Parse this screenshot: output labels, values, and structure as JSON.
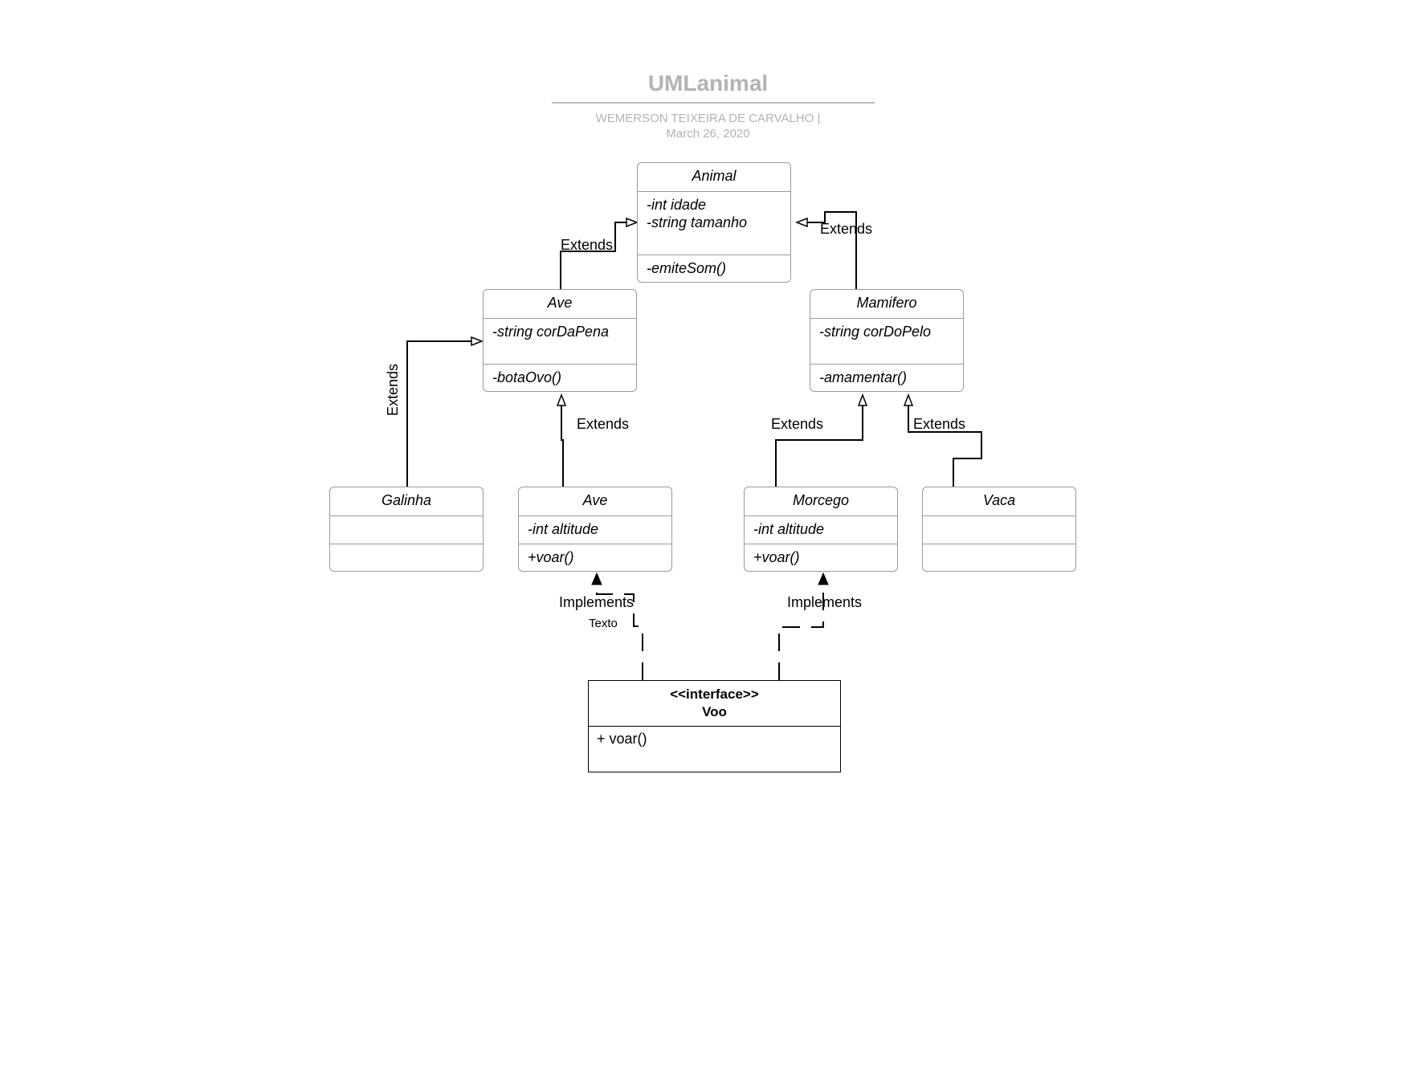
{
  "document": {
    "title": "UMLanimal",
    "author": "WEMERSON TEIXEIRA DE CARVALHO  |",
    "date": "March 26, 2020"
  },
  "classes": {
    "animal": {
      "name": "Animal",
      "attributes": "-int idade\n-string tamanho",
      "operations": "-emiteSom()"
    },
    "ave": {
      "name": "Ave",
      "attributes": "-string corDaPena",
      "operations": "-botaOvo()"
    },
    "mamifero": {
      "name": "Mamifero",
      "attributes": "-string corDoPelo",
      "operations": "-amamentar()"
    },
    "galinha": {
      "name": "Galinha",
      "attributes": "",
      "operations": ""
    },
    "ave2": {
      "name": "Ave",
      "attributes": "-int altitude",
      "operations": "+voar()"
    },
    "morcego": {
      "name": "Morcego",
      "attributes": "-int altitude",
      "operations": "+voar()"
    },
    "vaca": {
      "name": "Vaca",
      "attributes": "",
      "operations": ""
    }
  },
  "interface": {
    "stereotype": "<<interface>>",
    "name": "Voo",
    "operations": "+ voar()"
  },
  "edge_labels": {
    "ave_animal": "Extends",
    "mamifero_animal": "Extends",
    "galinha_ave": "Extends",
    "ave2_ave": "Extends",
    "morcego_mamifero": "Extends",
    "vaca_mamifero": "Extends",
    "voo_ave2": "Implements",
    "voo_morcego": "Implements",
    "stray_text": "Texto"
  },
  "colors": {
    "title": "#b3b3b3",
    "box_border": "#9a9a9a",
    "line": "#000000"
  }
}
